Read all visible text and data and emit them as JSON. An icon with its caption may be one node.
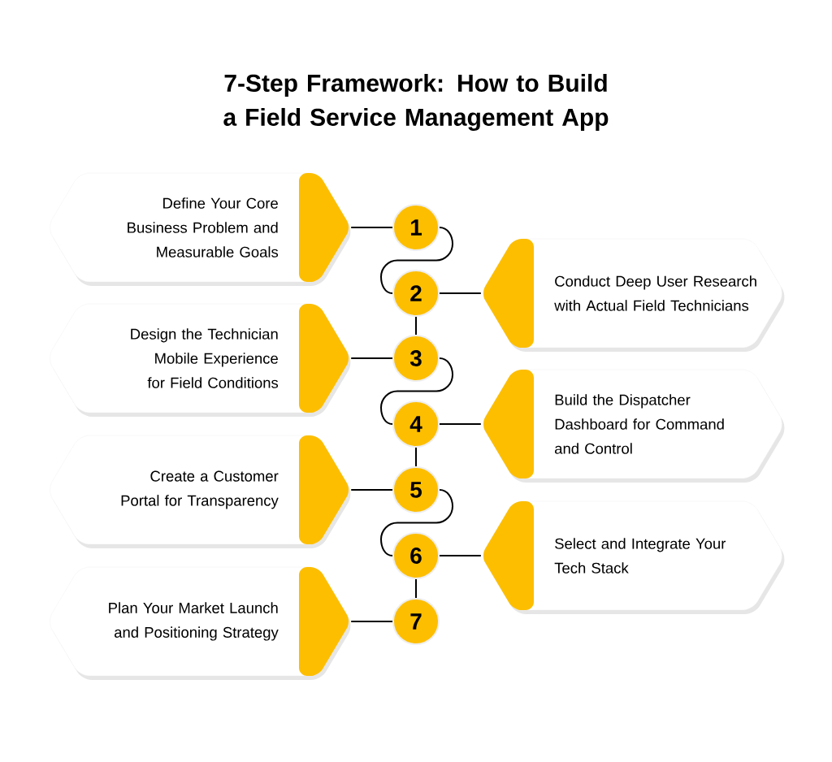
{
  "diagram": {
    "title": "7-Step Framework: How to Build a Field Service Management App",
    "nodes": [
      {
        "text": [
          "Define Your Core Business Problem and Measurable Goals"
        ]
      },
      {
        "text": [
          "Conduct Deep User Research with Actual Field Technicians"
        ]
      },
      {
        "text": [
          "Design the Technician Mobile Experience for Field Conditions"
        ]
      },
      {
        "text": [
          "Build the Dispatcher Dashboard for Command and Control"
        ]
      },
      {
        "text": [
          "Create a Customer Portal for Transparency"
        ]
      },
      {
        "text": [
          "Select and Integrate Your Tech Stack"
        ]
      },
      {
        "text": [
          "Plan Your Market Launch and Positioning Strategy"
        ]
      },
      {
        "text": [
          "1"
        ]
      },
      {
        "text": [
          "2"
        ]
      },
      {
        "text": [
          "3"
        ]
      },
      {
        "text": [
          "4"
        ]
      },
      {
        "text": [
          "5"
        ]
      },
      {
        "text": [
          "6"
        ]
      },
      {
        "text": [
          "7"
        ]
      }
    ],
    "edges": [
      {
        "from": 0,
        "to": 7,
        "arrow": "none"
      },
      {
        "from": 1,
        "to": 8,
        "arrow": "none"
      },
      {
        "from": 2,
        "to": 9,
        "arrow": "none"
      },
      {
        "from": 3,
        "to": 10,
        "arrow": "none"
      },
      {
        "from": 4,
        "to": 11,
        "arrow": "none"
      },
      {
        "from": 5,
        "to": 12,
        "arrow": "none"
      },
      {
        "from": 6,
        "to": 13,
        "arrow": "none"
      },
      {
        "from": 7,
        "to": 8,
        "arrow": "none"
      },
      {
        "from": 8,
        "to": 9,
        "arrow": "none"
      },
      {
        "from": 9,
        "to": 10,
        "arrow": "none"
      },
      {
        "from": 10,
        "to": 11,
        "arrow": "none"
      },
      {
        "from": 11,
        "to": 12,
        "arrow": "none"
      },
      {
        "from": 12,
        "to": 13,
        "arrow": "none"
      }
    ]
  }
}
